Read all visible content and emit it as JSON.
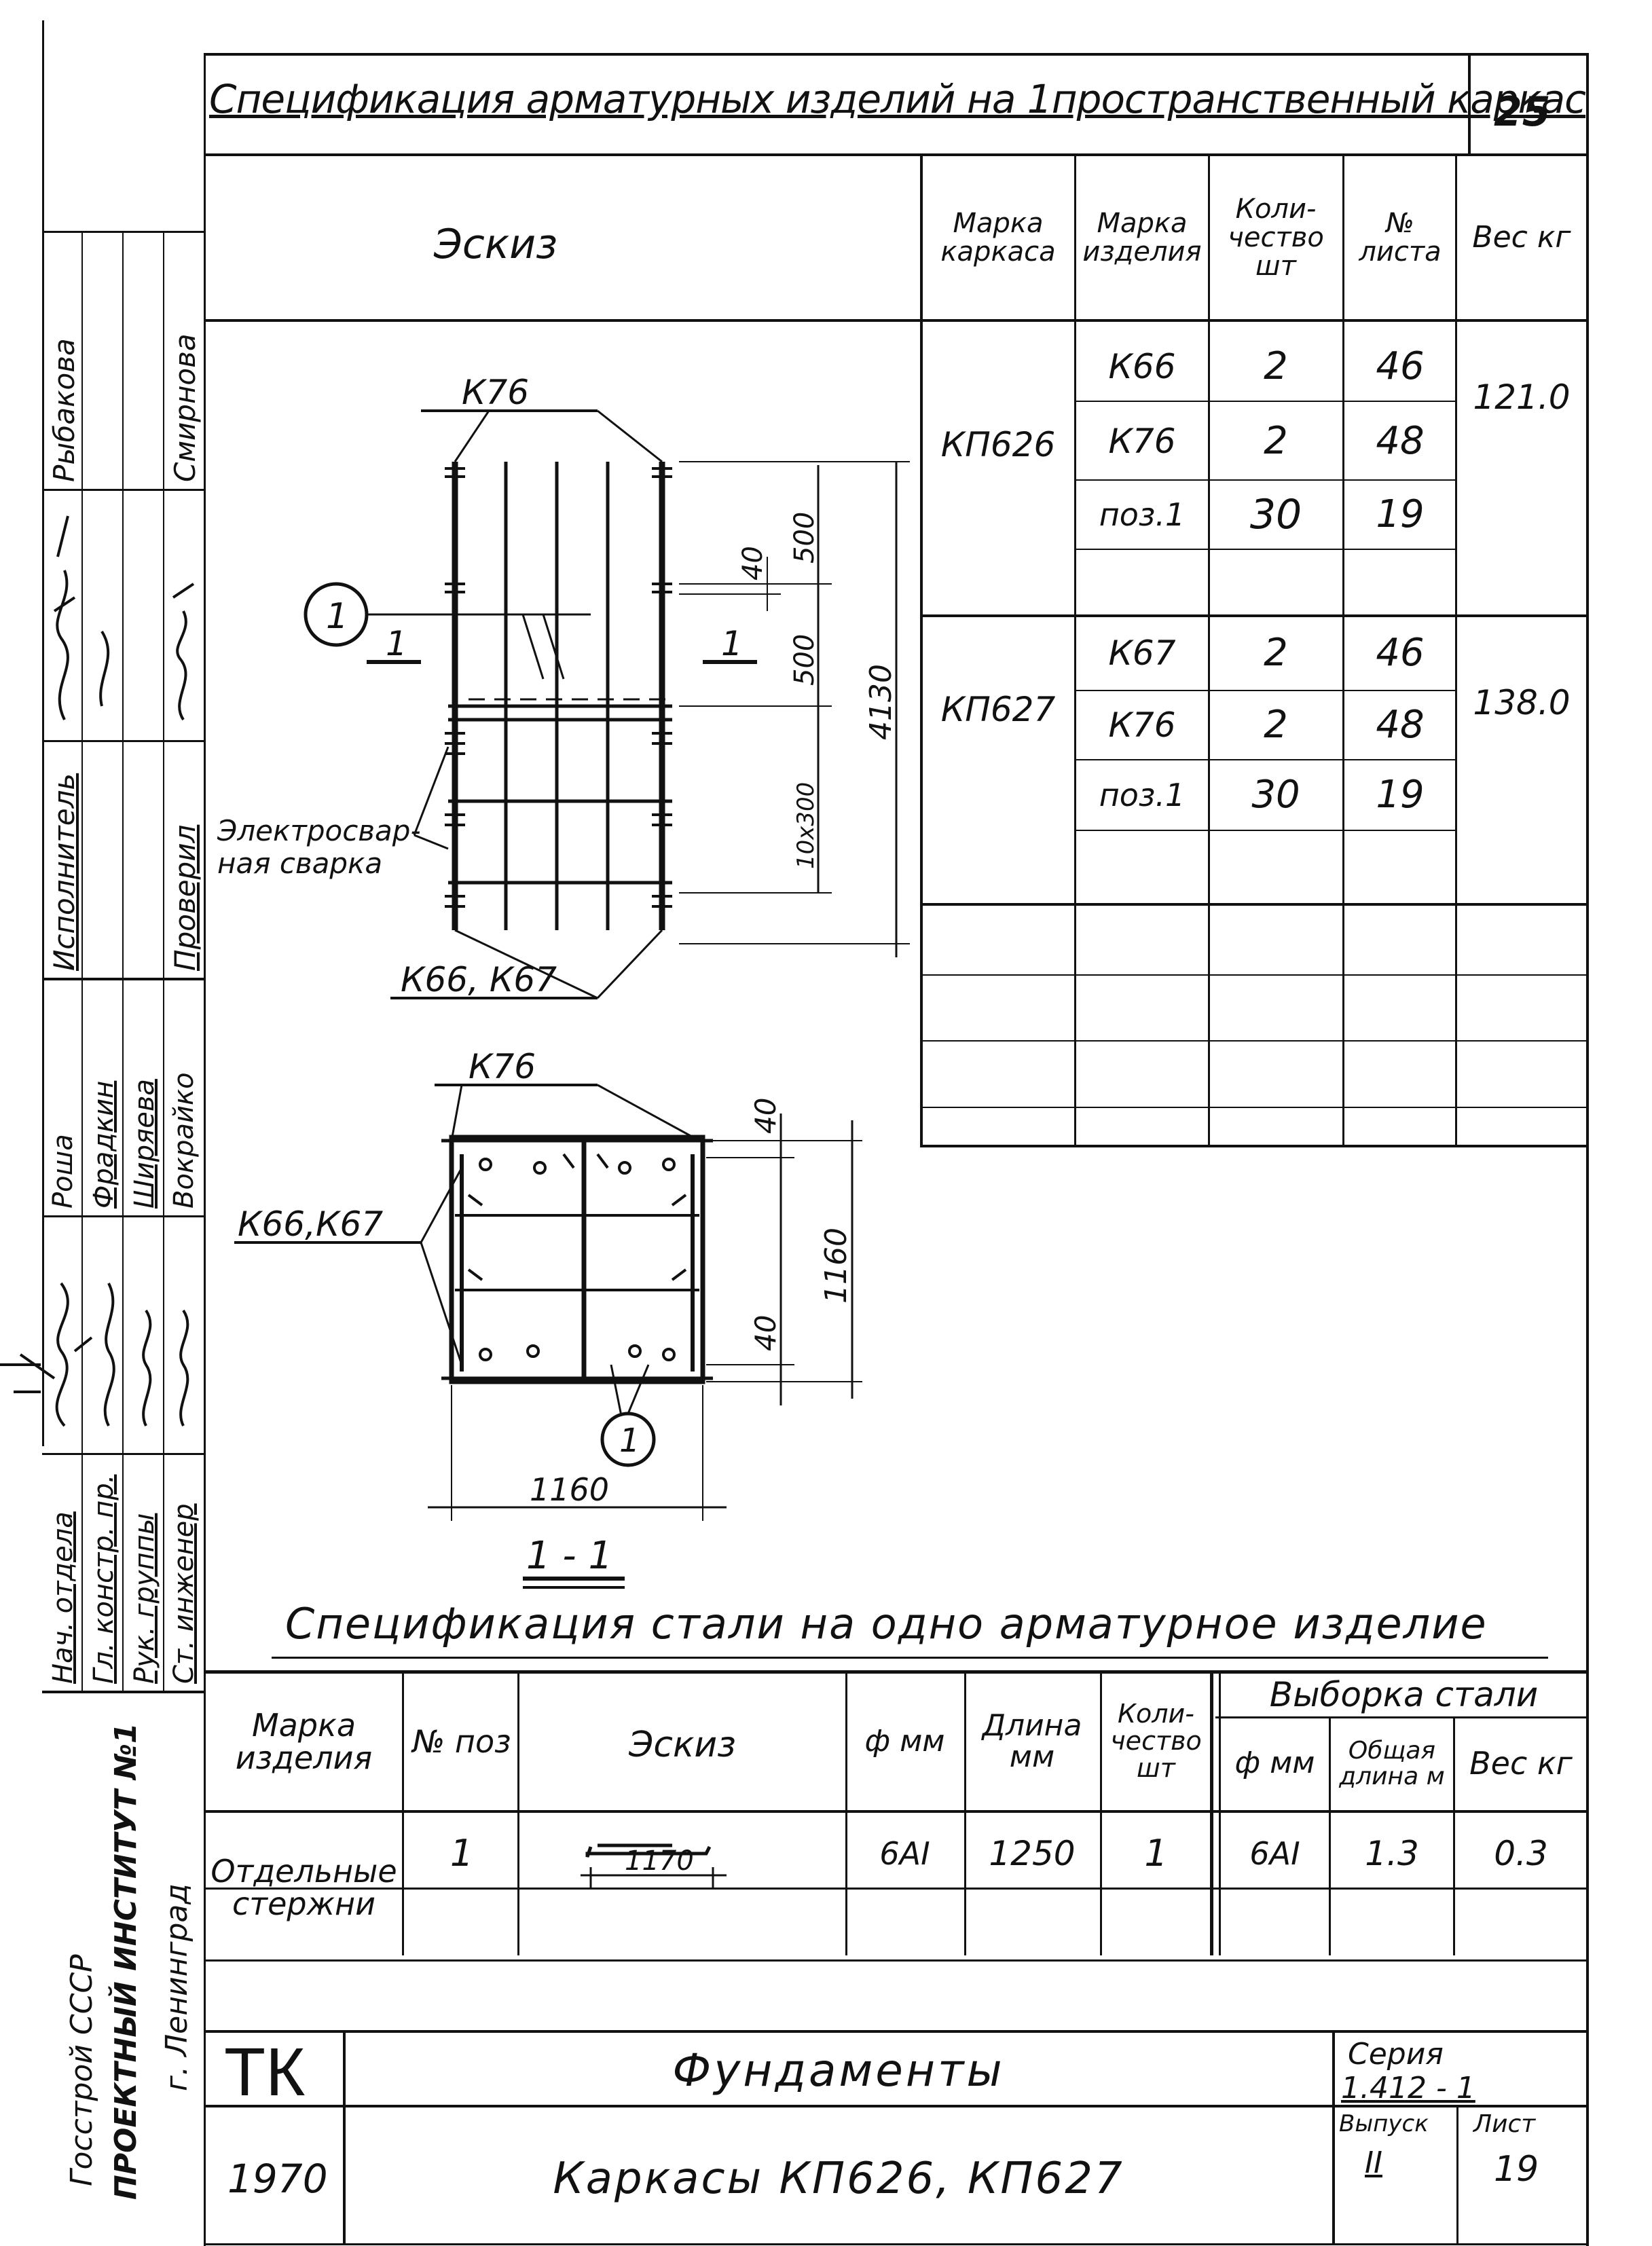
{
  "header": {
    "title": "Спецификация арматурных изделий на 1пространственный каркас",
    "page_number": "25"
  },
  "spec_table": {
    "headers": {
      "sketch": "Эскиз",
      "frame_mark": "Марка каркаса",
      "item_mark": "Марка изделия",
      "quantity": "Коли-чество шт",
      "sheet_no": "№ листа",
      "weight": "Вес кг"
    },
    "groups": [
      {
        "frame": "КП626",
        "weight": "121.0",
        "rows": [
          {
            "item": "К66",
            "qty": "2",
            "sheet": "46"
          },
          {
            "item": "К76",
            "qty": "2",
            "sheet": "48"
          },
          {
            "item": "поз.1",
            "qty": "30",
            "sheet": "19"
          }
        ]
      },
      {
        "frame": "КП627",
        "weight": "138.0",
        "rows": [
          {
            "item": "К67",
            "qty": "2",
            "sheet": "46"
          },
          {
            "item": "К76",
            "qty": "2",
            "sheet": "48"
          },
          {
            "item": "поз.1",
            "qty": "30",
            "sheet": "19"
          }
        ]
      }
    ]
  },
  "drawing": {
    "top_label_k76": "К76",
    "callout_1": "1",
    "section_mark_left": "1",
    "section_mark_right": "1",
    "dim_500_top": "500",
    "dim_500_mid": "500",
    "dim_40": "40",
    "dim_4130": "4130",
    "dim_10x300": "10х300",
    "weld_label": "Электросвар-ная сварка",
    "frames_label": "К66, К67",
    "section_k76": "К76",
    "section_frames_label": "К66,К67",
    "section_dim_40_top": "40",
    "section_dim_40_bottom": "40",
    "section_dim_1160_right": "1160",
    "section_dim_1160_bottom": "1160",
    "section_callout": "1",
    "section_title": "1 - 1"
  },
  "steel_spec": {
    "title": "Спецификация стали на одно арматурное изделие",
    "headers": {
      "item_mark": "Марка изделия",
      "pos_no": "№ поз",
      "sketch": "Эскиз",
      "diameter": "ф мм",
      "length": "Длина мм",
      "quantity": "Коли-чество шт",
      "selection": "Выборка стали",
      "sel_diameter": "ф мм",
      "sel_total_length": "Общая длина м",
      "sel_weight": "Вес кг"
    },
    "row": {
      "item_mark": "Отдельные стержни",
      "pos": "1",
      "sketch_dim": "1170",
      "diameter": "6АI",
      "length": "1250",
      "qty": "1",
      "sel_diameter": "6АI",
      "sel_length": "1.3",
      "sel_weight": "0.3"
    }
  },
  "title_block": {
    "code": "ТК",
    "subject": "Фундаменты",
    "series_label": "Серия",
    "series": "1.412 - 1",
    "year": "1970",
    "drawing_name": "Каркасы КП626, КП627",
    "issue_label": "Выпуск",
    "issue": "II",
    "sheet_label": "Лист",
    "sheet": "19"
  },
  "side_stamp": {
    "organization": [
      "Госстрой СССР",
      "ПРОЕКТНЫЙ ИНСТИТУТ №1",
      "г. Ленинград"
    ],
    "roles": [
      "Нач. отдела",
      "Гл. констр. пр.",
      "Рук. группы",
      "Ст. инженер"
    ],
    "names": [
      "Рыбакова",
      "Смирнова",
      "Роша",
      "Фрадкин",
      "Ширяева",
      "Вокрайко"
    ],
    "role_labels": [
      "Исполнитель",
      "Проверил"
    ],
    "signatures": [
      "signature-1",
      "signature-2",
      "signature-3",
      "signature-4",
      "signature-5",
      "signature-6",
      "signature-7",
      "signature-8"
    ]
  }
}
